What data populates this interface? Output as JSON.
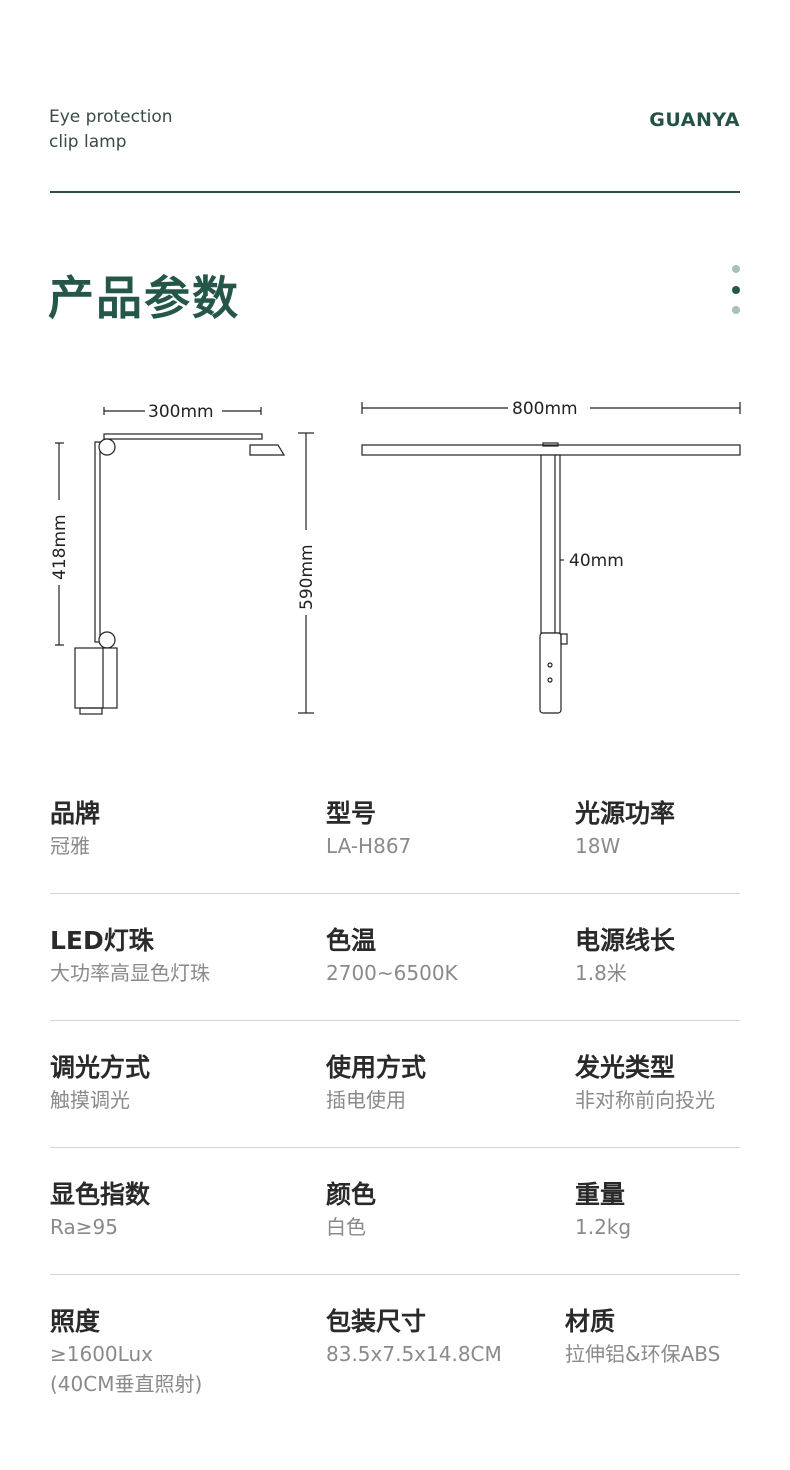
{
  "header": {
    "subtitle_line1": "Eye protection",
    "subtitle_line2": "clip lamp",
    "brand": "GUANYA"
  },
  "section_title": "产品参数",
  "colors": {
    "accent": "#24564a",
    "dot_light": "#a8c0ba"
  },
  "dimensions": {
    "arm_length": "300mm",
    "pole_height": "418mm",
    "total_height": "590mm",
    "bar_width": "800mm",
    "pole_width": "40mm"
  },
  "specs": [
    {
      "label": "品牌",
      "value": "冠雅"
    },
    {
      "label": "型号",
      "value": "LA-H867"
    },
    {
      "label": "光源功率",
      "value": "18W"
    },
    {
      "label": "LED灯珠",
      "value": "大功率高显色灯珠"
    },
    {
      "label": "色温",
      "value": "2700~6500K"
    },
    {
      "label": "电源线长",
      "value": "1.8米"
    },
    {
      "label": "调光方式",
      "value": "触摸调光"
    },
    {
      "label": "使用方式",
      "value": "插电使用"
    },
    {
      "label": "发光类型",
      "value": "非对称前向投光"
    },
    {
      "label": "显色指数",
      "value": "Ra≥95"
    },
    {
      "label": "颜色",
      "value": "白色"
    },
    {
      "label": "重量",
      "value": "1.2kg"
    },
    {
      "label": "照度",
      "value": "≥1600Lux",
      "value2": "(40CM垂直照射)"
    },
    {
      "label": "包装尺寸",
      "value": "83.5x7.5x14.8CM"
    },
    {
      "label": "材质",
      "value": "拉伸铝&环保ABS"
    }
  ]
}
